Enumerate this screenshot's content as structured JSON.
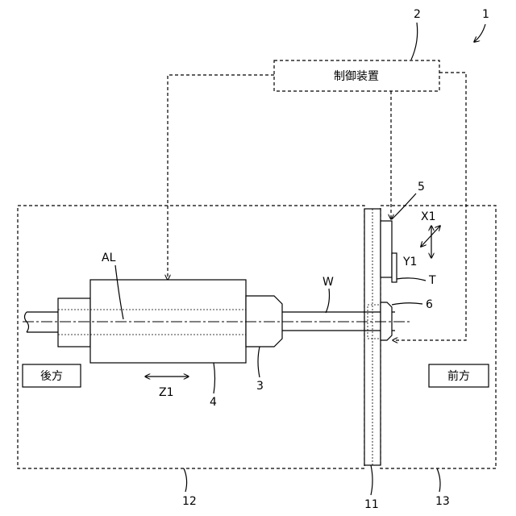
{
  "labels": {
    "system": "1",
    "controller_ref": "2",
    "controller": "制御装置",
    "tool_holder": "5",
    "tool": "T",
    "x_axis": "X1",
    "y_axis": "Y1",
    "z_axis": "Z1",
    "centerline": "AL",
    "workpiece": "W",
    "chuck_front": "6",
    "chuck_rear": "3",
    "spindle": "4",
    "rear_area": "後方",
    "front_area": "前方",
    "rear_area_ref": "12",
    "partition_ref": "11",
    "front_area_ref": "13"
  }
}
